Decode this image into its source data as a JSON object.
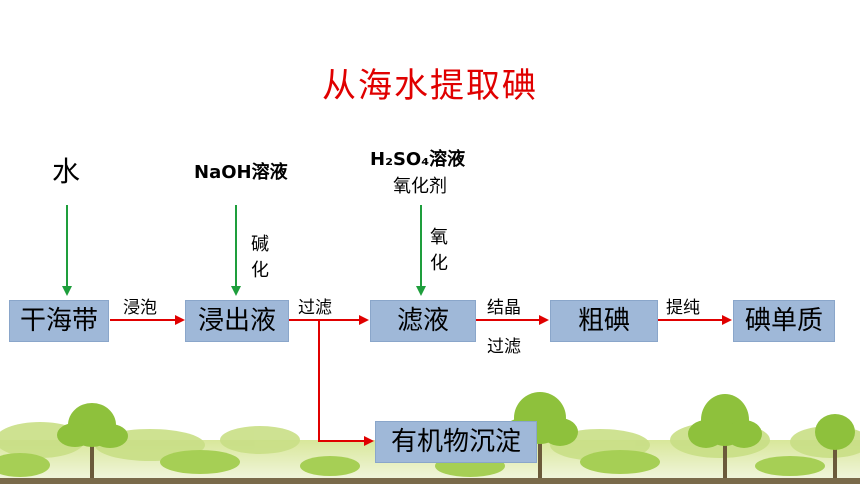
{
  "title": "从海水提取碘",
  "inputs": {
    "water": "水",
    "naoh": "NaOH溶液",
    "h2so4_line1": "H₂SO₄溶液",
    "h2so4_line2": "氧化剂"
  },
  "vertical_labels": {
    "alkalize": [
      "碱",
      "化"
    ],
    "oxidize": [
      "氧",
      "化"
    ]
  },
  "boxes": {
    "kelp": "干海带",
    "leach": "浸出液",
    "filtrate": "滤液",
    "crude_iodine": "粗碘",
    "iodine": "碘单质",
    "precipitate": "有机物沉淀"
  },
  "steps": {
    "soak": "浸泡",
    "filter1": "过滤",
    "crystallize": "结晶",
    "filter2": "过滤",
    "purify": "提纯"
  },
  "colors": {
    "title": "#e00000",
    "box_fill": "#9fb8d8",
    "arrow_red": "#e00000",
    "arrow_green": "#1e9e3c"
  }
}
